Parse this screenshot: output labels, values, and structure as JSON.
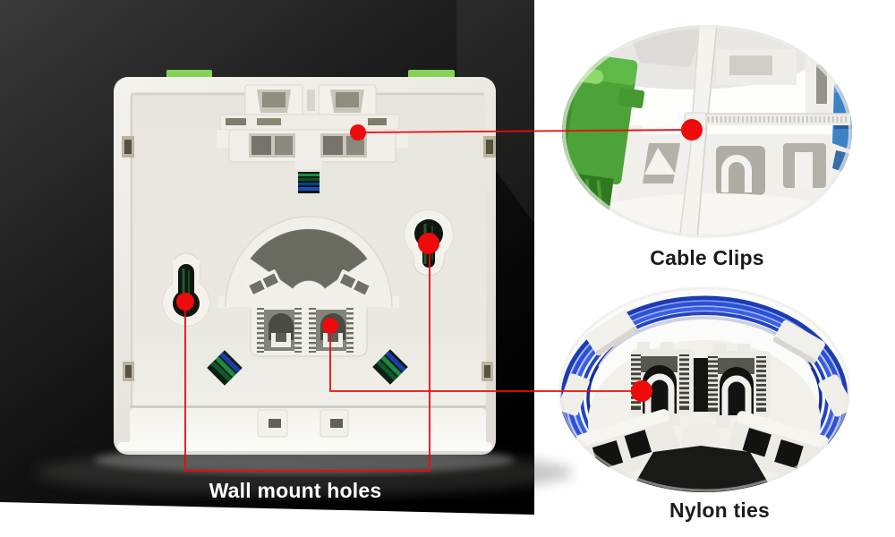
{
  "figure": {
    "description": "Rear view of white fiber optic faceplate with two zoom-in detail insets",
    "callouts": {
      "cable_clips": "Cable Clips",
      "wall_mount_holes": "Wall mount holes",
      "nylon_ties": "Nylon ties"
    }
  },
  "colors": {
    "annotation_red": "#ed0b0b",
    "label_dark": "#1b1b1b",
    "label_light": "#ffffff",
    "plate_white": "#eceae3",
    "backdrop_black": "#141414",
    "tab_green": "#85d356",
    "adapter_green": "#4ca338",
    "adapter_blue": "#3c82c4",
    "fiber_blue": "#2c51d6"
  }
}
